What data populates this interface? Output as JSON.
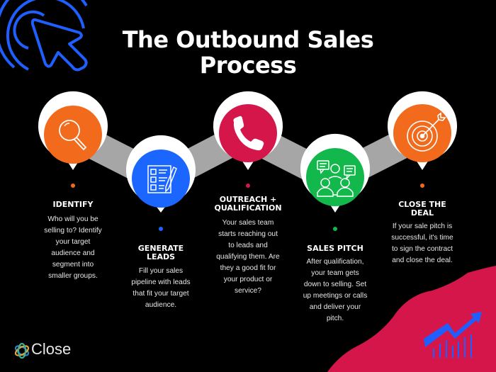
{
  "title": "The Outbound Sales Process",
  "title_lines": [
    "The Outbound Sales",
    "Process"
  ],
  "colors": {
    "background": "#000000",
    "band": "#a6a6a6",
    "orange": "#f26a1b",
    "blue": "#1a66ff",
    "crimson": "#d4164a",
    "green": "#12b84b",
    "accent_blue": "#1f5fff"
  },
  "steps": [
    {
      "title": "IDENTIFY",
      "icon": "magnifier-icon",
      "color": "#f26a1b",
      "description": "Who will you be selling to? Identify your target audience and segment into smaller groups.",
      "desc_lines": [
        "Who will you be",
        "selling to? Identify",
        "your target",
        "audience and",
        "segment into",
        "smaller groups."
      ]
    },
    {
      "title": "GENERATE LEADS",
      "title_lines": [
        "GENERATE",
        "LEADS"
      ],
      "icon": "checklist-icon",
      "color": "#1a66ff",
      "description": "Fill your sales pipeline with leads that fit your target audience.",
      "desc_lines": [
        "Fill your sales",
        "pipeline with leads",
        "that fit your target",
        "audience."
      ]
    },
    {
      "title": "OUTREACH + QUALIFICATION",
      "title_lines": [
        "OUTREACH +",
        "QUALIFICATION"
      ],
      "icon": "phone-icon",
      "color": "#d4164a",
      "description": "Your sales team starts reaching out to leads and qualifying them. Are they a good fit for your product or service?",
      "desc_lines": [
        "Your sales team",
        "starts reaching out",
        "to leads and",
        "qualifying them. Are",
        "they a good fit for",
        "your product or",
        "service?"
      ]
    },
    {
      "title": "SALES PITCH",
      "icon": "meeting-icon",
      "color": "#12b84b",
      "description": "After qualification, your team gets down to selling. Set up meetings or calls and deliver your pitch.",
      "desc_lines": [
        "After qualification,",
        "your team gets",
        "down to selling. Set",
        "up meetings or calls",
        "and deliver your",
        "pitch."
      ]
    },
    {
      "title": "CLOSE THE DEAL",
      "title_lines": [
        "CLOSE THE",
        "DEAL"
      ],
      "icon": "target-icon",
      "color": "#f26a1b",
      "description": "If your sale pitch is successful, it's time to sign the contract and close the deal.",
      "desc_lines": [
        "If your sale pitch is",
        "successful, it's time",
        "to sign the contract",
        "and close the deal."
      ]
    }
  ],
  "logo": {
    "text": "Close",
    "icon": "close-logo-icon"
  },
  "decorations": {
    "top_left": "cursor-click-icon",
    "bottom_right": "growth-chart-icon"
  }
}
